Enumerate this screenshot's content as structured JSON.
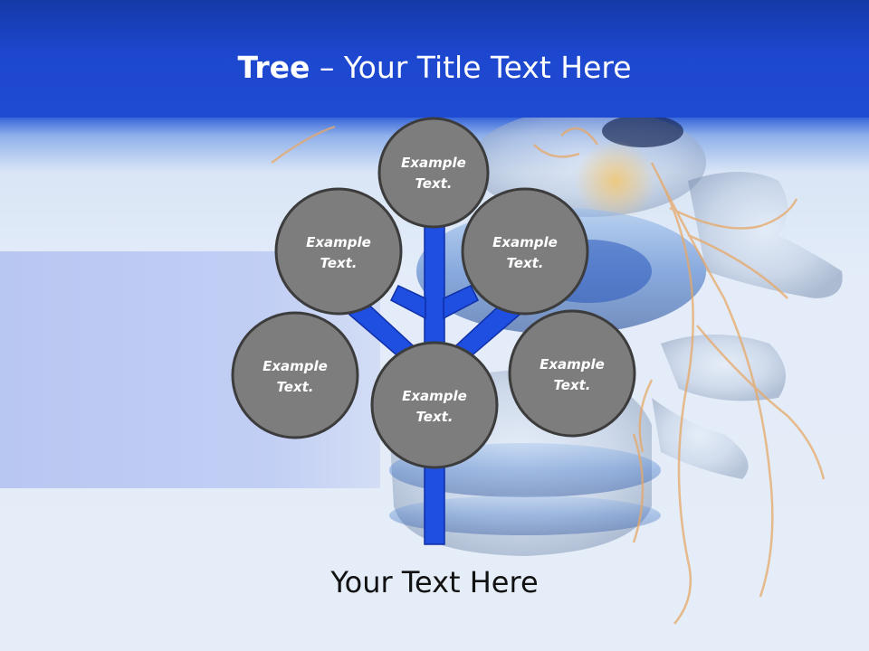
{
  "title": {
    "bold": "Tree",
    "separator": " – ",
    "rest": "Your Title Text Here"
  },
  "nodes": [
    {
      "line1": "Example",
      "line2": "Text."
    },
    {
      "line1": "Example",
      "line2": "Text."
    },
    {
      "line1": "Example",
      "line2": "Text."
    },
    {
      "line1": "Example",
      "line2": "Text."
    },
    {
      "line1": "Example",
      "line2": "Text."
    },
    {
      "line1": "Example",
      "line2": "Text."
    }
  ],
  "footer": "Your Text Here",
  "colors": {
    "title_bar": "#1d47cf",
    "trunk": "#1f4fe0",
    "node_fill": "#7d7d7d",
    "node_stroke": "#3c3c3c",
    "background": "#e3ecf8"
  }
}
